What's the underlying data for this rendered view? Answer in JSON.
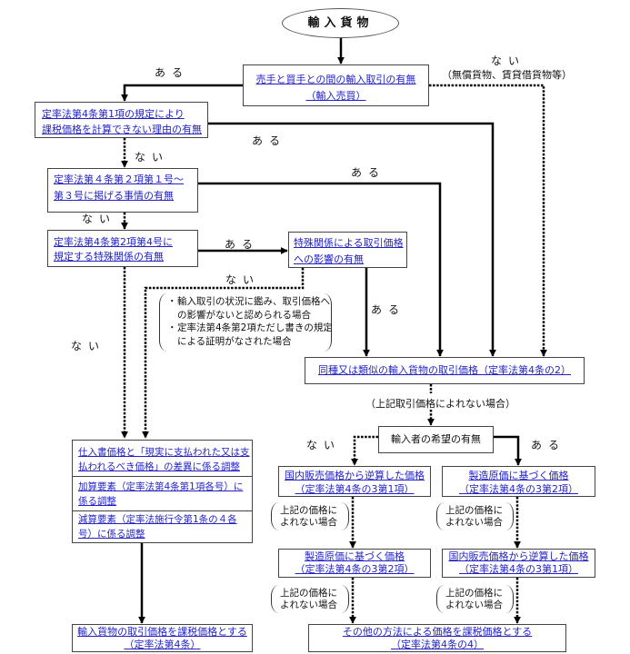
{
  "start": {
    "label": "輸入貨物"
  },
  "nodes": {
    "import_transaction": {
      "line1": "売手と買手との間の輸入取引の有無",
      "line2": "（輸入売買）"
    },
    "art4_1_reason": {
      "line1": "定率法第4条第1項の規定により",
      "line2": "課税価格を計算できない理由の有無"
    },
    "art4_2_items1to3": {
      "line1": "定率法第４条第２項第１号～",
      "line2": "第３号に掲げる事情の有無"
    },
    "art4_2_item4": {
      "line1": "定率法第4条第2項第4号に",
      "line2": "規定する特殊関係の有無"
    },
    "special_relation_effect": {
      "line1": "特殊関係による取引価格",
      "line2": "への影響の有無"
    },
    "identical_similar": {
      "line1": "同種又は類似の輸入貨物の取引価格（定率法第4条の2）"
    },
    "importer_request": {
      "line1": "輸入者の希望の有無"
    },
    "deductive_first": {
      "line1": "国内販売価格から逆算した価格",
      "line2": "（定率法第4条の3第1項）"
    },
    "computed_first": {
      "line1": "製造原価に基づく価格",
      "line2": "（定率法第4条の3第2項）"
    },
    "computed_second": {
      "line1": "製造原価に基づく価格",
      "line2": "（定率法第4条の3第2項）"
    },
    "deductive_second": {
      "line1": "国内販売価格から逆算した価格",
      "line2": "（定率法第4条の3第1項）"
    },
    "other_method": {
      "line1": "その他の方法による価格を課税価格とする",
      "line2": "（定率法第4条の4）"
    },
    "adjustments": {
      "invoice_diff": {
        "line1": "仕入書価格と「現実に支払われた又は支",
        "line2": "払われるべき価格」の差異に係る調整"
      },
      "additions": {
        "line1": "加算要素（定率法第4条第1項各号）に",
        "line2": "係る調整"
      },
      "deductions": {
        "line1": "減算要素（定率法施行令第1条の４各",
        "line2": "号）に係る調整"
      }
    },
    "transaction_value": {
      "line1": "輸入貨物の取引価格を課税価格とする",
      "line2": "（定率法第4条）"
    }
  },
  "branch_labels": {
    "import_yes": "ある",
    "import_no": "ない",
    "import_no_note": "（無償貨物、賃貸借貨物等）",
    "art4_1_yes": "ある",
    "art4_1_no": "ない",
    "art4_2_items1to3_yes": "ある",
    "art4_2_items1to3_no": "ない",
    "art4_2_item4_yes": "ある",
    "art4_2_item4_no": "ない",
    "effect_yes": "ある",
    "effect_no": "ない",
    "similar_fallback": "（上記取引価格によれない場合）",
    "request_no": "ない",
    "request_yes": "ある"
  },
  "notes": {
    "special_relation_exceptions": {
      "bullet": "・",
      "item1_line1": "輸入取引の状況に鑑み、取引価格へ",
      "item1_line2": "の影響がないと認められる場合",
      "item2_line1": "定率法第4条第2項ただし書きの規定",
      "item2_line2": "による証明がなされた場合"
    },
    "fallback": [
      {
        "line1": "上記の価格に",
        "line2": "よれない場合"
      },
      {
        "line1": "上記の価格に",
        "line2": "よれない場合"
      },
      {
        "line1": "上記の価格に",
        "line2": "よれない場合"
      },
      {
        "line1": "上記の価格に",
        "line2": "よれない場合"
      }
    ]
  },
  "colors": {
    "link": "#2323c8",
    "border": "#444444",
    "line": "#000000"
  }
}
